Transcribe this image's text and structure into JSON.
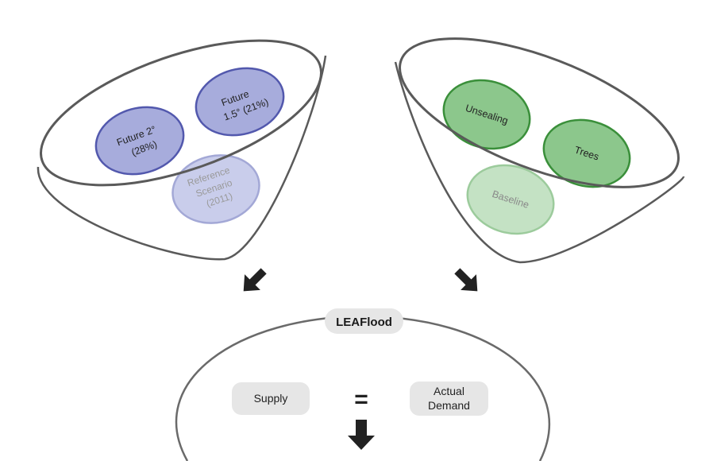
{
  "colors": {
    "outline": "#5a5a5a",
    "blue_fill": "#a7acdc",
    "blue_stroke": "#5258ad",
    "blue_light_fill": "#c9cdeb",
    "blue_light_stroke": "#a3a8d6",
    "green_fill": "#8cc78c",
    "green_stroke": "#3a8f3a",
    "green_light_fill": "#c4e2c4",
    "green_light_stroke": "#9ccb9c",
    "pill_fill": "#e6e6e6",
    "arrow": "#222222"
  },
  "climate_funnel": {
    "future_2": {
      "line1": "Future 2°",
      "line2": "(28%)"
    },
    "future_15": {
      "line1": "Future",
      "line2": "1.5° (21%)"
    },
    "reference": {
      "line1": "Reference",
      "line2": "Scenario",
      "line3": "(2011)"
    }
  },
  "landuse_funnel": {
    "unsealing": "Unsealing",
    "trees": "Trees",
    "baseline": "Baseline"
  },
  "model": {
    "title": "LEAFlood",
    "supply": "Supply",
    "equals": "=",
    "demand_line1": "Actual",
    "demand_line2": "Demand"
  }
}
